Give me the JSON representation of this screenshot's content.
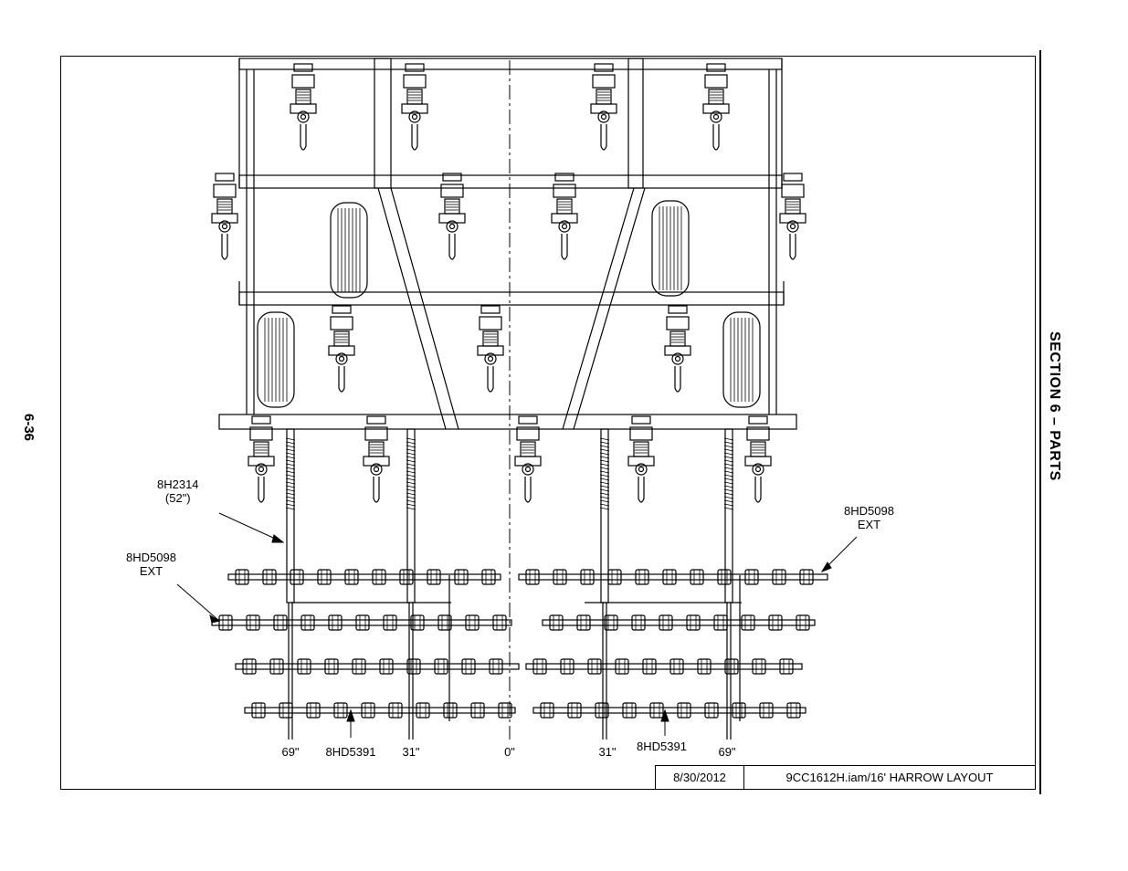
{
  "page": {
    "number": "6-36",
    "section_title": "SECTION 6 – PARTS"
  },
  "title_block": {
    "date": "8/30/2012",
    "file": "9CC1612H.iam/16' HARROW LAYOUT"
  },
  "callouts": {
    "tine_bar": {
      "part": "8H2314",
      "size": "(52\")"
    },
    "ext_left": {
      "part": "8HD5098",
      "note": "EXT"
    },
    "ext_right": {
      "part": "8HD5098",
      "note": "EXT"
    },
    "bar_left": {
      "part": "8HD5391"
    },
    "bar_right": {
      "part": "8HD5391"
    }
  },
  "dimensions": {
    "left_outer": "69\"",
    "left_inner": "31\"",
    "center": "0\"",
    "right_inner": "31\"",
    "right_outer": "69\""
  },
  "colors": {
    "line": "#000000",
    "background": "#ffffff"
  }
}
